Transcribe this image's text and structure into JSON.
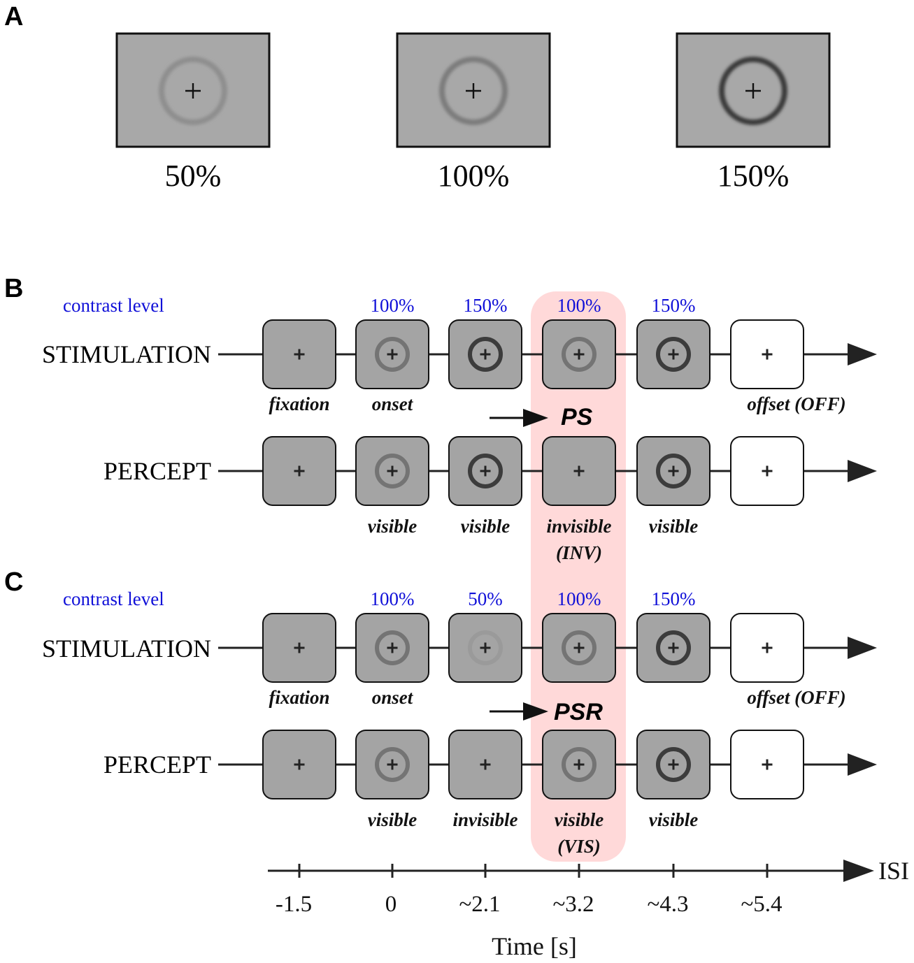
{
  "panel_a": {
    "letter": "A",
    "stimuli": [
      {
        "label": "50%",
        "contrast": 0.5
      },
      {
        "label": "100%",
        "contrast": 1.0
      },
      {
        "label": "150%",
        "contrast": 1.5
      }
    ]
  },
  "panel_b": {
    "letter": "B",
    "contrast_label": "contrast level",
    "contrast_levels": [
      "",
      "100%",
      "150%",
      "100%",
      "150%",
      ""
    ],
    "stim_row_label": "STIMULATION",
    "stim_boxes": [
      "fixation",
      "ring-100",
      "ring-150",
      "ring-100",
      "ring-150",
      "offset"
    ],
    "stim_events": [
      "fixation",
      "onset",
      "",
      "",
      "",
      "offset (OFF)"
    ],
    "transition_label": "PS",
    "percept_row_label": "PERCEPT",
    "percept_boxes": [
      "fixation",
      "ring-100",
      "ring-150",
      "fixation",
      "ring-150",
      "offset"
    ],
    "percept_states": [
      "",
      "visible",
      "visible",
      "invisible",
      "visible",
      ""
    ],
    "percept_state_codes": [
      "",
      "",
      "",
      "(INV)",
      "",
      ""
    ]
  },
  "panel_c": {
    "letter": "C",
    "contrast_label": "contrast level",
    "contrast_levels": [
      "",
      "100%",
      "50%",
      "100%",
      "150%",
      ""
    ],
    "stim_row_label": "STIMULATION",
    "stim_boxes": [
      "fixation",
      "ring-100",
      "ring-50",
      "ring-100",
      "ring-150",
      "offset"
    ],
    "stim_events": [
      "fixation",
      "onset",
      "",
      "",
      "",
      "offset (OFF)"
    ],
    "transition_label": "PSR",
    "percept_row_label": "PERCEPT",
    "percept_boxes": [
      "fixation",
      "ring-100",
      "fixation",
      "ring-100",
      "ring-150",
      "offset"
    ],
    "percept_states": [
      "",
      "visible",
      "invisible",
      "visible",
      "visible",
      ""
    ],
    "percept_state_codes": [
      "",
      "",
      "",
      "(VIS)",
      "",
      ""
    ]
  },
  "time_axis": {
    "ticks": [
      "-1.5",
      "0",
      "~2.1",
      "~3.2",
      "~4.3",
      "~5.4"
    ],
    "axis_label": "Time [s]",
    "arrow_label": "ISI"
  },
  "colors": {
    "box_gray": "#a4a4a4",
    "stim_gray": "#a8a8a8",
    "highlight": "#ffd9d9",
    "contrast_text": "#1010d8",
    "ring_50": "#9a9a9a",
    "ring_100": "#747474",
    "ring_150": "#3c3c3c"
  }
}
